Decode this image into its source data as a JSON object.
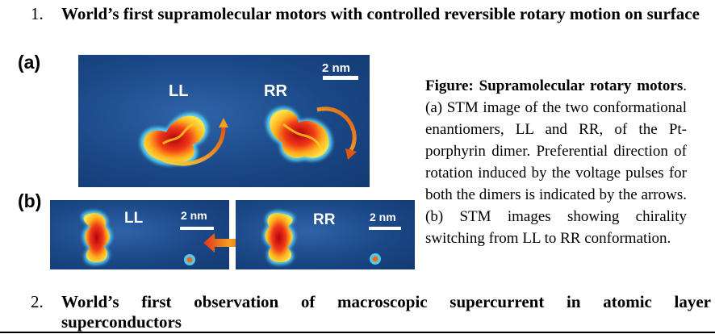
{
  "sections": [
    {
      "number": "1.",
      "title": "World’s first supramolecular motors with controlled reversible rotary motion on surface"
    },
    {
      "number": "2.",
      "title_line1": "World’s first observation of macroscopic supercurrent in atomic layer",
      "title_line2": "superconductors"
    }
  ],
  "figure": {
    "panel_a": {
      "label": "(a)",
      "left_tag": "LL",
      "right_tag": "RR",
      "scale": "2 nm"
    },
    "panel_b": {
      "label": "(b)",
      "left_tag": "LL",
      "left_scale": "2 nm",
      "right_tag": "RR",
      "right_scale": "2 nm"
    },
    "caption_title": "Figure: Supramolecular rotary motors",
    "caption_body": ". (a) STM image of the two conformational enantiomers, LL and RR, of the Pt-porphyrin dimer. Preferential direction of rotation induced by the voltage pulses for both the dimers is indicated by the arrows. (b) STM images showing chirality switching from LL to RR conformation."
  },
  "colors": {
    "stm_background": "#1a4786",
    "molecule_core": "#e8261a",
    "molecule_rim": "#ffd21e",
    "glow": "#5fe0ff",
    "arrow": "#f08a12"
  }
}
